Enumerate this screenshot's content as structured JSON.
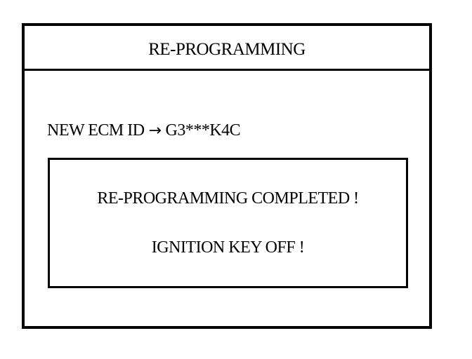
{
  "screen": {
    "title": "RE-PROGRAMMING",
    "ecm": {
      "label": "NEW ECM ID",
      "arrow": "→",
      "value": "G3***K4C"
    },
    "message": {
      "line1": "RE-PROGRAMMING  COMPLETED !",
      "line2": "IGNITION KEY OFF !"
    }
  }
}
